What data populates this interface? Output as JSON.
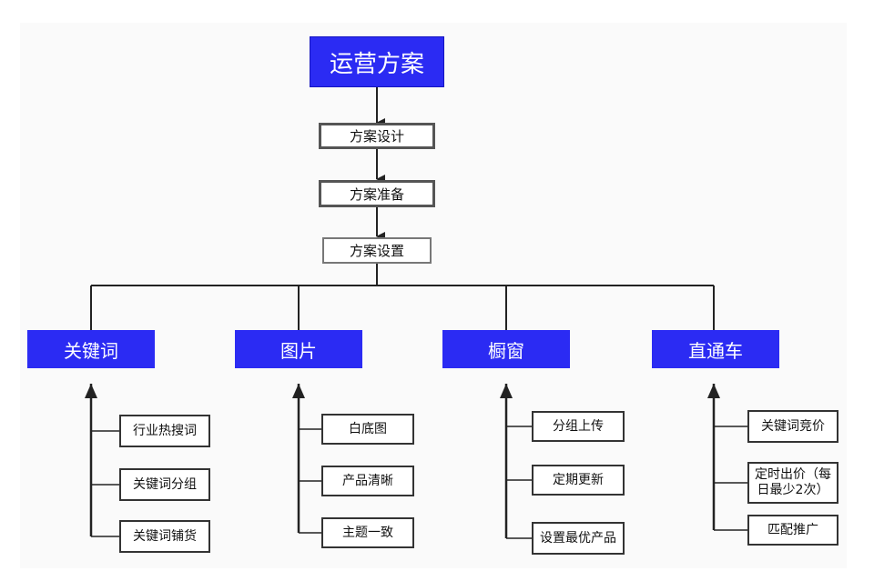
{
  "root": {
    "label": "运营方案"
  },
  "steps": [
    "方案设计",
    "方案准备",
    "方案设置"
  ],
  "categories": [
    {
      "label": "关键词",
      "children": [
        "行业热搜词",
        "关键词分组",
        "关键词铺货"
      ]
    },
    {
      "label": "图片",
      "children": [
        "白底图",
        "产品清晰",
        "主题一致"
      ]
    },
    {
      "label": "橱窗",
      "children": [
        "分组上传",
        "定期更新",
        "设置最优产品"
      ]
    },
    {
      "label": "直通车",
      "children": [
        "关键词竞价",
        "定时出价（每日最少2次）",
        "匹配推广"
      ]
    }
  ],
  "colors": {
    "accent": "#2B2BF3",
    "line": "#222222"
  }
}
